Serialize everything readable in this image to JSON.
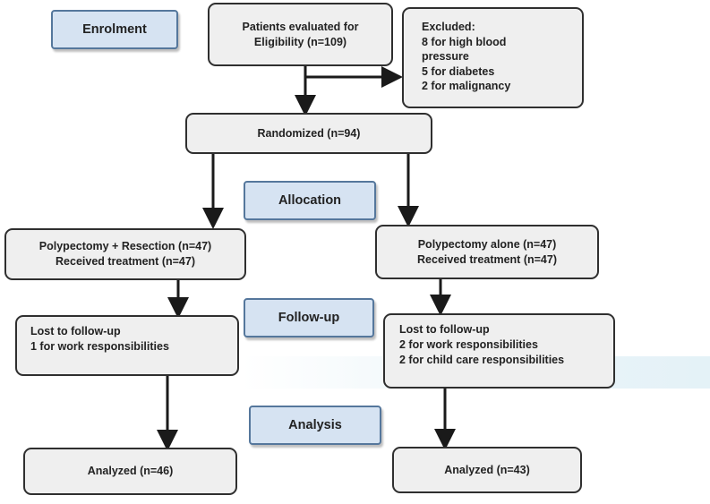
{
  "stages": {
    "enrolment": "Enrolment",
    "allocation": "Allocation",
    "followup": "Follow-up",
    "analysis": "Analysis"
  },
  "eligibility": [
    "Patients evaluated for",
    "Eligibility (n=109)"
  ],
  "excluded": [
    "Excluded:",
    "8 for high blood",
    "pressure",
    "5 for diabetes",
    "2 for malignancy"
  ],
  "randomized": "Randomized (n=94)",
  "arm_left": {
    "allocation": [
      "Polypectomy + Resection (n=47)",
      "Received treatment (n=47)"
    ],
    "followup": [
      "Lost to follow-up",
      "1 for work responsibilities"
    ],
    "analysis": "Analyzed (n=46)"
  },
  "arm_right": {
    "allocation": [
      "Polypectomy alone (n=47)",
      "Received treatment (n=47)"
    ],
    "followup": [
      "Lost to follow-up",
      "2 for work responsibilities",
      "2 for child care responsibilities"
    ],
    "analysis": "Analyzed (n=43)"
  },
  "colors": {
    "box_fill": "#efefef",
    "box_border": "#2f2f2f",
    "stage_fill": "#d6e3f2",
    "stage_border": "#55779c",
    "arrow": "#1a1a1a"
  }
}
